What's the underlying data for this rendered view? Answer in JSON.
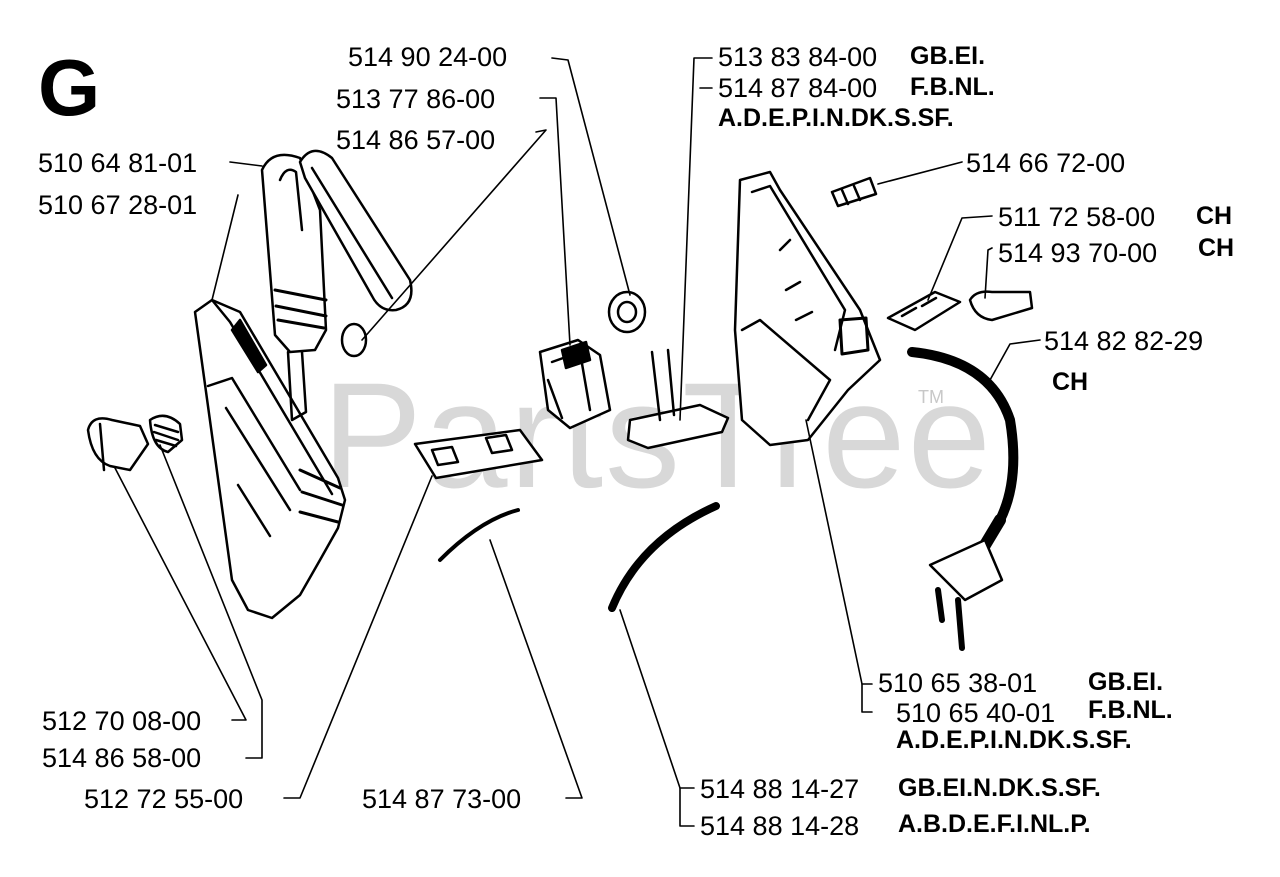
{
  "diagram": {
    "section_letter": "G",
    "watermark": "PartsTree",
    "watermark_tm": "TM",
    "colors": {
      "ink": "#000000",
      "watermark": "#d8d8d8",
      "background": "#ffffff"
    }
  },
  "parts": [
    {
      "number": "514 90 24-00"
    },
    {
      "number": "513 77 86-00"
    },
    {
      "number": "514 86 57-00"
    },
    {
      "number": "510 64 81-01"
    },
    {
      "number": "510 67 28-01"
    },
    {
      "number": "513 83 84-00",
      "regions": "GB.EI."
    },
    {
      "number": "514 87 84-00",
      "regions": "F.B.NL."
    },
    {
      "number": "",
      "regions": "A.D.E.P.I.N.DK.S.SF."
    },
    {
      "number": "514 66 72-00"
    },
    {
      "number": "511 72 58-00",
      "regions": "CH"
    },
    {
      "number": "514 93 70-00",
      "regions": "CH"
    },
    {
      "number": "514 82 82-29",
      "regions": "CH"
    },
    {
      "number": "510 65 38-01",
      "regions": "GB.EI."
    },
    {
      "number": "510 65 40-01",
      "regions": "F.B.NL."
    },
    {
      "number": "",
      "regions": "A.D.E.P.I.N.DK.S.SF."
    },
    {
      "number": "512 70 08-00"
    },
    {
      "number": "514 86 58-00"
    },
    {
      "number": "512 72 55-00"
    },
    {
      "number": "514 87 73-00"
    },
    {
      "number": "514 88 14-27",
      "regions": "GB.EI.N.DK.S.SF."
    },
    {
      "number": "514 88 14-28",
      "regions": "A.B.D.E.F.I.NL.P."
    }
  ]
}
